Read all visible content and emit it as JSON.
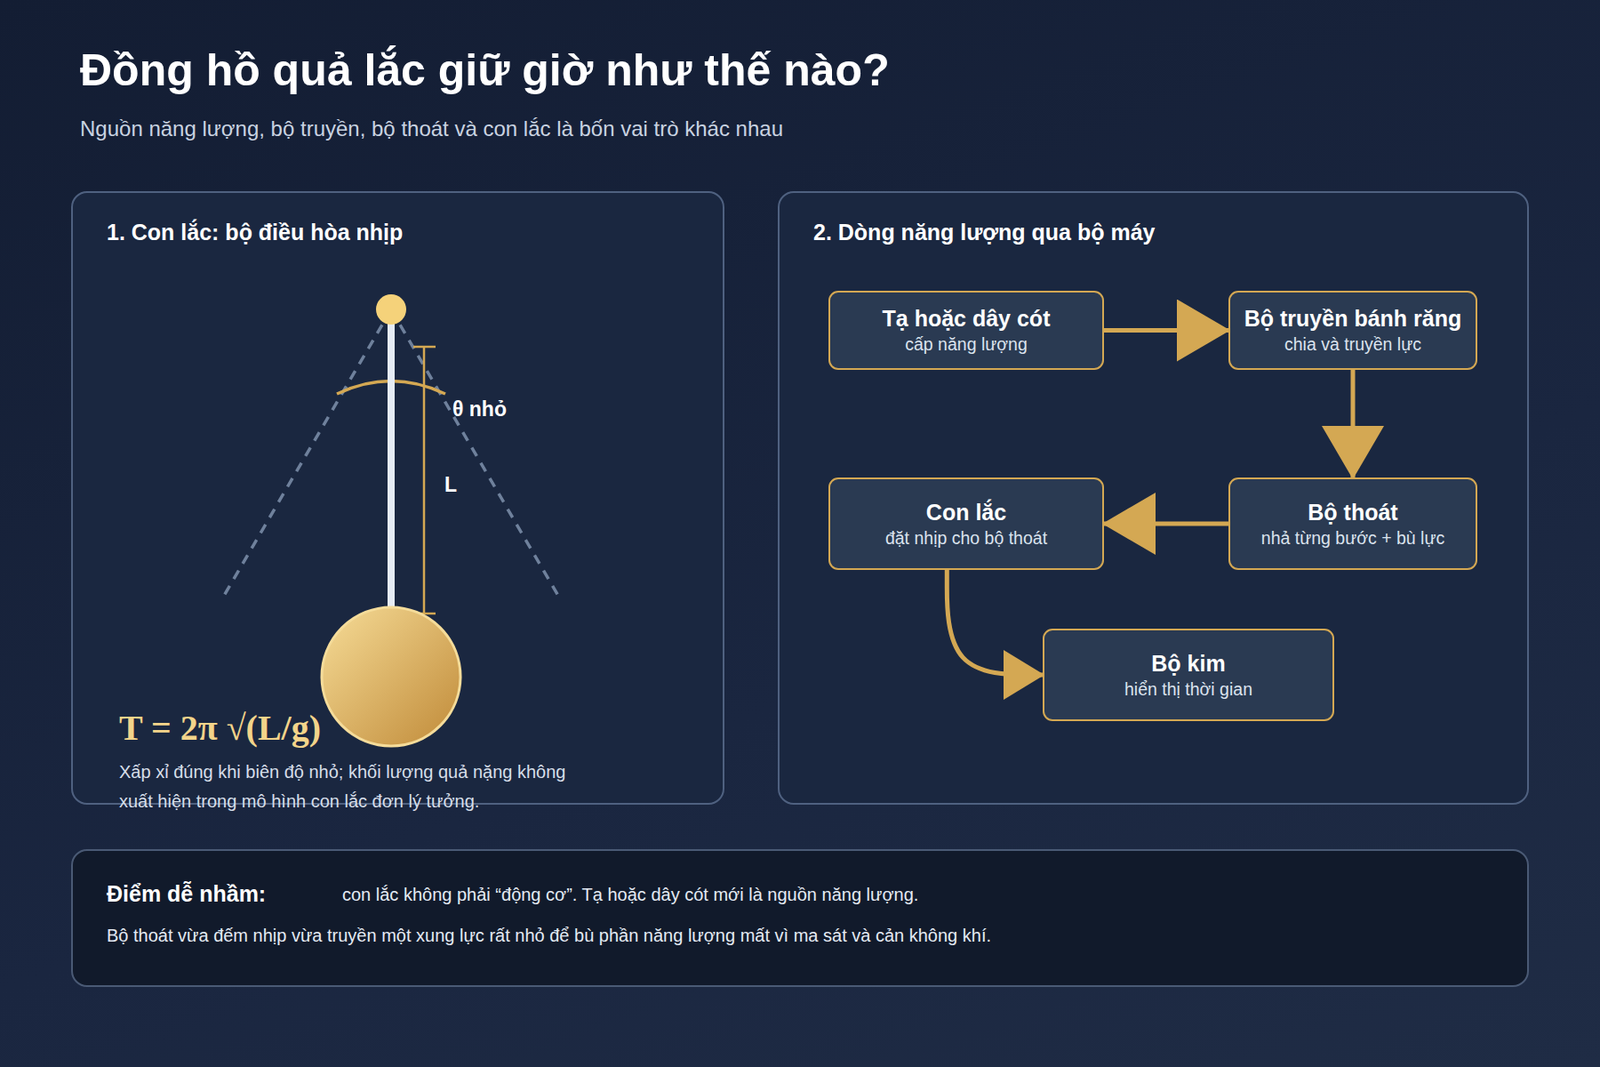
{
  "diagram": {
    "title": "Đồng hồ quả lắc giữ giờ như thế nào?",
    "nodes": [
      {
        "text": [
          "1. Con lắc: bộ điều hòa nhịp"
        ]
      },
      {
        "text": [
          "2. Dòng năng lượng qua bộ máy"
        ]
      },
      {
        "text": [
          "Tạ hoặc dây cót",
          "cấp năng lượng"
        ],
        "in": 1
      },
      {
        "text": [
          "Bộ truyền bánh răng",
          "chia và truyền lực"
        ],
        "in": 1
      },
      {
        "text": [
          "Con lắc",
          "đặt nhịp cho bộ thoát"
        ],
        "in": 1
      },
      {
        "text": [
          "Bộ thoát",
          "nhả từng bước + bù lực"
        ],
        "in": 1
      },
      {
        "text": [
          "Bộ kim",
          "hiển thị thời gian"
        ],
        "in": 1
      },
      {
        "text": [
          "Điểm dễ nhầm:",
          "con lắc không phải “động cơ”. Tạ hoặc dây cót mới là nguồn năng lượng.",
          "Bộ thoát vừa đếm nhịp vừa truyền một xung lực rất nhỏ để bù phần năng lượng mất vì ma sát và cản không khí."
        ]
      }
    ],
    "edges": [
      {
        "from": 2,
        "to": 3,
        "arrow": "to"
      },
      {
        "from": 3,
        "to": 5,
        "arrow": "to"
      },
      {
        "from": 5,
        "to": 4,
        "arrow": "to"
      },
      {
        "from": 4,
        "to": 6,
        "arrow": "to"
      }
    ],
    "labels": [
      "Nguồn năng lượng, bộ truyền, bộ thoát và con lắc là bốn vai trò khác nhau",
      "θ nhỏ",
      "L",
      "T = 2π √(L/g)",
      "Xấp xỉ đúng khi biên độ nhỏ; khối lượng quả nặng không xuất hiện trong mô hình con lắc đơn lý tưởng."
    ]
  }
}
